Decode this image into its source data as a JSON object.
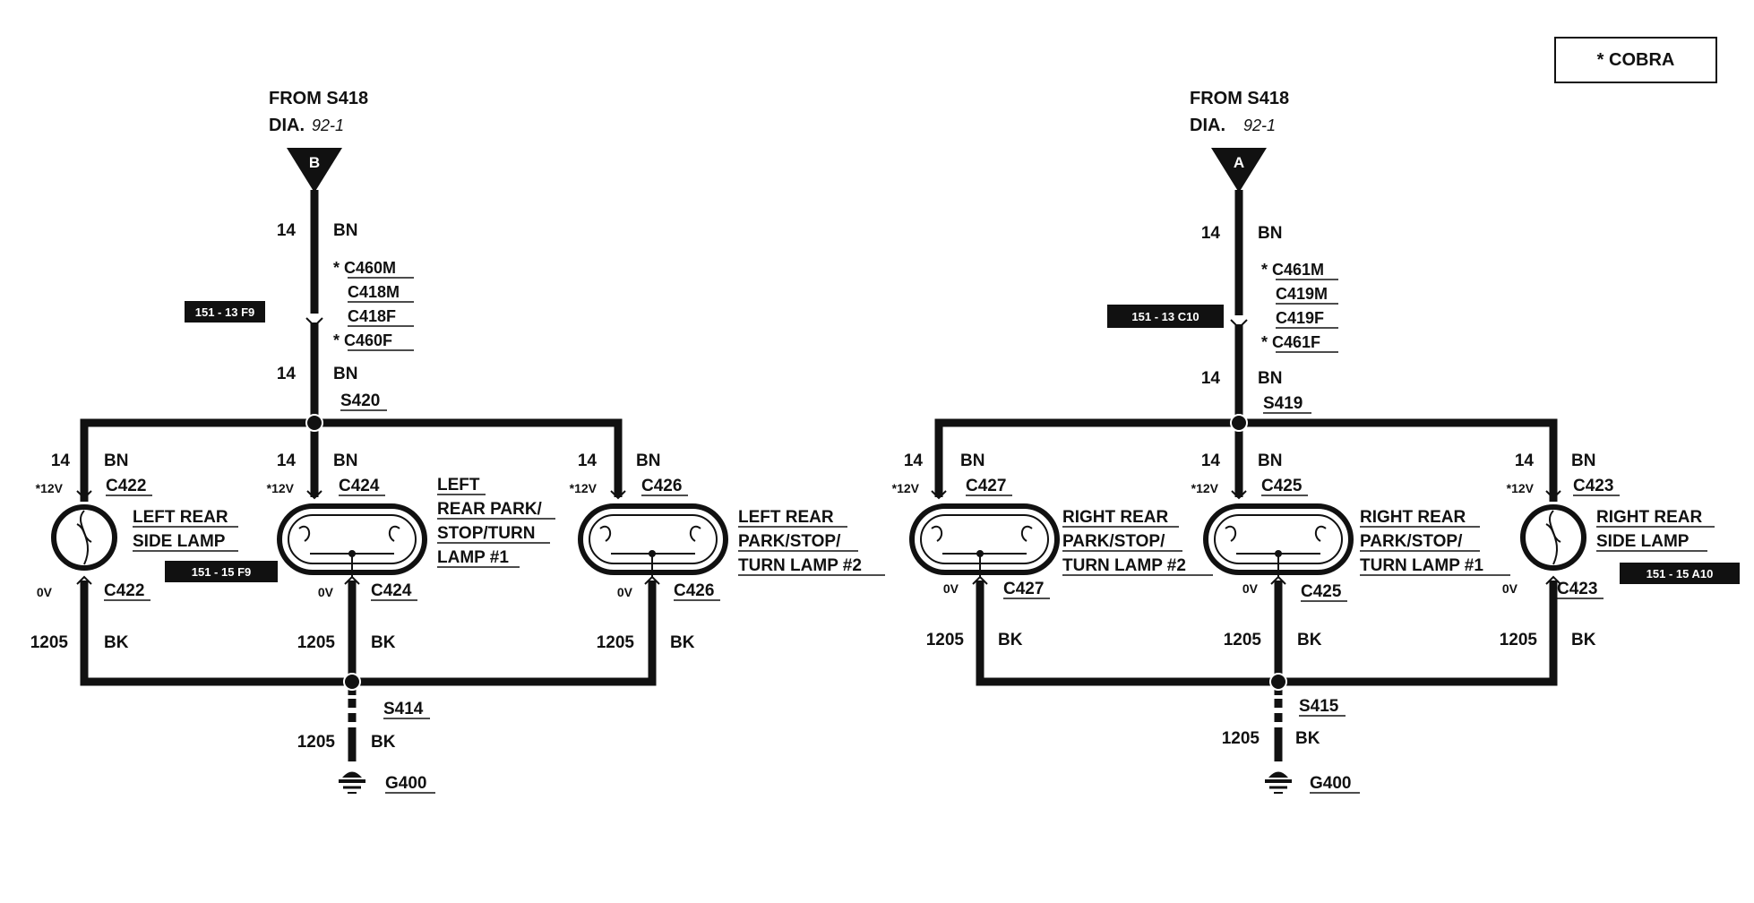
{
  "legend": {
    "text": "* COBRA"
  },
  "left": {
    "from": "FROM S418",
    "dia_label": "DIA.",
    "dia_num": "92-1",
    "connector_letter": "B",
    "wire_gauge": "14",
    "wire_color": "BN",
    "connectors": [
      "C460M",
      "C418M",
      "C418F",
      "C460F"
    ],
    "ref_top": "151 - 13 F9",
    "splice_top": "S420",
    "lamps": {
      "side": {
        "gauge": "14",
        "color": "BN",
        "volt": "*12V",
        "conn": "C422",
        "name1": "LEFT REAR",
        "name2": "SIDE LAMP",
        "ref": "151 - 15 F9",
        "gnd_volt": "0V",
        "gnd_conn": "C422"
      },
      "lamp1": {
        "gauge": "14",
        "color": "BN",
        "volt": "*12V",
        "conn": "C424",
        "name1": "LEFT",
        "name2": "REAR PARK/",
        "name3": "STOP/TURN",
        "name4": "LAMP #1",
        "gnd_volt": "0V",
        "gnd_conn": "C424"
      },
      "lamp2": {
        "gauge": "14",
        "color": "BN",
        "volt": "*12V",
        "conn": "C426",
        "name1": "LEFT REAR",
        "name2": "PARK/STOP/",
        "name3": "TURN LAMP #2",
        "gnd_volt": "0V",
        "gnd_conn": "C426"
      }
    },
    "ground_wire": "1205",
    "ground_color": "BK",
    "splice_bottom": "S414",
    "ground": "G400"
  },
  "right": {
    "from": "FROM S418",
    "dia_label": "DIA.",
    "dia_num": "92-1",
    "connector_letter": "A",
    "wire_gauge": "14",
    "wire_color": "BN",
    "connectors": [
      "C461M",
      "C419M",
      "C419F",
      "C461F"
    ],
    "ref_top": "151 - 13 C10",
    "splice_top": "S419",
    "lamps": {
      "lamp2": {
        "gauge": "14",
        "color": "BN",
        "volt": "*12V",
        "conn": "C427",
        "name1": "RIGHT REAR",
        "name2": "PARK/STOP/",
        "name3": "TURN LAMP #2",
        "gnd_volt": "0V",
        "gnd_conn": "C427"
      },
      "lamp1": {
        "gauge": "14",
        "color": "BN",
        "volt": "*12V",
        "conn": "C425",
        "name1": "RIGHT REAR",
        "name2": "PARK/STOP/",
        "name3": "TURN LAMP #1",
        "gnd_volt": "0V",
        "gnd_conn": "C425"
      },
      "side": {
        "gauge": "14",
        "color": "BN",
        "volt": "*12V",
        "conn": "C423",
        "name1": "RIGHT REAR",
        "name2": "SIDE LAMP",
        "ref": "151 - 15 A10",
        "gnd_volt": "0V",
        "gnd_conn": "C423"
      }
    },
    "ground_wire": "1205",
    "ground_color": "BK",
    "splice_bottom": "S415",
    "ground": "G400"
  }
}
